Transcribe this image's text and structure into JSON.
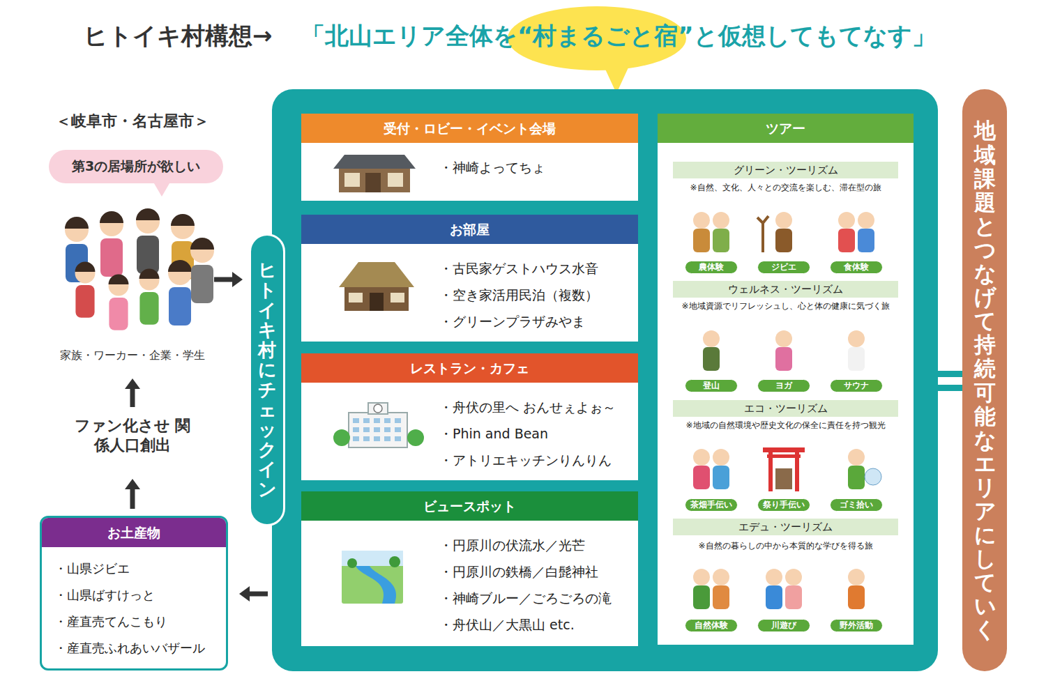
{
  "diagram": {
    "title": "ヒトイキ村構想→",
    "nodes": [
      {
        "text": [
          "第3の居場所が欲しい"
        ]
      },
      {
        "text": [
          "ヒトイキ村にチェックイン"
        ]
      },
      {
        "text": [
          "受付・ロビー・イベント会場",
          "・神崎よってちょ"
        ]
      },
      {
        "text": [
          "お部屋",
          "・古民家ゲストハウス水音",
          "・空き家活用民泊（複数）",
          "・グリーンプラザみやま"
        ]
      },
      {
        "text": [
          "レストラン・カフェ",
          "・舟伏の里へ おんせぇよぉ～",
          "・Phin and Bean",
          "・アトリエキッチンりんりん"
        ]
      },
      {
        "text": [
          "ビュースポット",
          "・円原川の伏流水／光芒",
          "・円原川の鉄橋／白髭神社",
          "・神崎ブルー／ごろごろの滝",
          "・舟伏山／大黒山 etc."
        ]
      },
      {
        "text": [
          "ツアー"
        ]
      },
      {
        "text": [
          "グリーン・ツーリズム"
        ],
        "in": 6
      },
      {
        "text": [
          "農体験"
        ],
        "in": 6
      },
      {
        "text": [
          "ジビエ"
        ],
        "in": 6
      },
      {
        "text": [
          "食体験"
        ],
        "in": 6
      },
      {
        "text": [
          "ウェルネス・ツーリズム"
        ],
        "in": 6
      },
      {
        "text": [
          "登山"
        ],
        "in": 6
      },
      {
        "text": [
          "ヨガ"
        ],
        "in": 6
      },
      {
        "text": [
          "サウナ"
        ],
        "in": 6
      },
      {
        "text": [
          "エコ・ツーリズム"
        ],
        "in": 6
      },
      {
        "text": [
          "茶畑手伝い"
        ],
        "in": 6
      },
      {
        "text": [
          "祭り手伝い"
        ],
        "in": 6
      },
      {
        "text": [
          "ゴミ拾い"
        ],
        "in": 6
      },
      {
        "text": [
          "エデュ・ツーリズム"
        ],
        "in": 6
      },
      {
        "text": [
          "自然体験"
        ],
        "in": 6
      },
      {
        "text": [
          "川遊び"
        ],
        "in": 6
      },
      {
        "text": [
          "野外活動"
        ],
        "in": 6
      },
      {
        "text": [
          "お土産物",
          "・山県ジビエ",
          "・山県ばすけっと",
          "・産直売てんこもり",
          "・産直売ふれあいバザール"
        ]
      },
      {
        "text": [
          "地域課題とつなげて持続可能なエリアにしていく"
        ]
      }
    ],
    "edges": [
      {
        "from": 2,
        "to": 6,
        "arrow": "none"
      },
      {
        "from": 2,
        "to": 3,
        "arrow": "none"
      },
      {
        "from": 3,
        "to": 4,
        "arrow": "none"
      },
      {
        "from": 4,
        "to": 5,
        "arrow": "none"
      },
      {
        "from": 5,
        "to": 6,
        "arrow": "none"
      }
    ],
    "labels": [
      "「北山エリア全体を“村まるごと宿”と仮想してもてなす」",
      "＜岐阜市・名古屋市＞",
      "家族・ワーカー・企業・学生",
      "ファン化させ 関係人口創出",
      "※自然、文化、人々との交流を楽しむ、滞在型の旅",
      "※地域資源でリフレッシュし、心と体の健康に気づく旅",
      "※地域の自然環境や歴史文化の保全に責任を持つ観光",
      "※自然の暮らしの中から本質的な学びを得る旅"
    ]
  }
}
